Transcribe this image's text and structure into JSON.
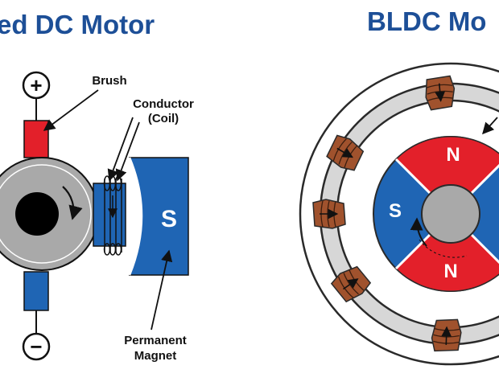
{
  "titles": {
    "left": "ed DC Motor",
    "right": "BLDC Mo"
  },
  "labels": {
    "brush": "Brush",
    "conductor_line1": "Conductor",
    "conductor_line2": "(Coil)",
    "magnet_line1": "Permanent",
    "magnet_line2": "Magnet"
  },
  "poles": {
    "left_magnet": "S",
    "rotor_top": "N",
    "rotor_left": "S",
    "rotor_bottom": "N"
  },
  "terminals": {
    "positive": "+",
    "negative": "−"
  },
  "colors": {
    "title_blue": "#1d4f97",
    "magnet_blue": "#1f65b4",
    "brush_red": "#e3202a",
    "rotor_red": "#e3202a",
    "rotor_blue": "#1f65b4",
    "armature_gray": "#a9a9a9",
    "stator_ring": "#d7d7d7",
    "coil_brown": "#a0522d"
  }
}
